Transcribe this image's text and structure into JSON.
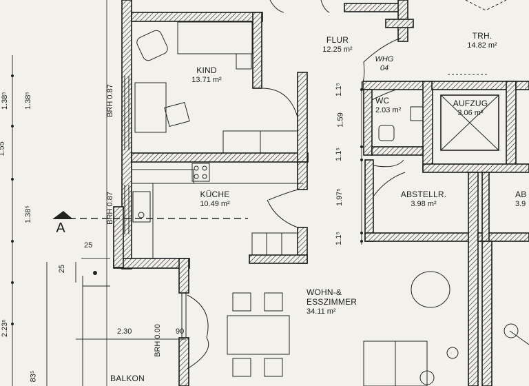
{
  "rooms": {
    "kind": {
      "name": "KIND",
      "area": "13.71 m²"
    },
    "flur": {
      "name": "FLUR",
      "area": "12.25 m²"
    },
    "trh": {
      "name": "TRH.",
      "area": "14.82 m²"
    },
    "whg": {
      "name": "WHG",
      "number": "04"
    },
    "wc": {
      "name": "WC",
      "area": "2.03 m²"
    },
    "aufzug": {
      "name": "AUFZUG",
      "area": "3.06 m²"
    },
    "kueche": {
      "name": "KÜCHE",
      "area": "10.49 m²"
    },
    "abstellr": {
      "name": "ABSTELLR.",
      "area": "3.98 m²"
    },
    "abstellr2": {
      "name": "AB",
      "area": "3.9"
    },
    "wohn": {
      "name_line1": "WOHN-&",
      "name_line2": "ESSZIMMER",
      "area": "34.11 m²"
    },
    "balkon": {
      "name": "BALKON"
    }
  },
  "dimensions": {
    "brh_top": "BRH 0.87",
    "brh_mid": "BRH 0.87",
    "brh_low": "BRH 0.00",
    "left_138_a": "1.38⁵",
    "left_138_b": "1.38⁵",
    "left_138_c": "1.38⁵",
    "left_155": "1.55",
    "left_223": "2.23⁵",
    "left_83": "83⁵",
    "v_115_a": "1.1⁵",
    "v_159": "1.59",
    "v_115_b": "1.1⁵",
    "v_197": "1.97⁵",
    "v_115_c": "1.1⁵",
    "h_25": "25",
    "v_25": "25",
    "h_230": "2.30",
    "h_90": "90"
  },
  "section_marker": "A"
}
